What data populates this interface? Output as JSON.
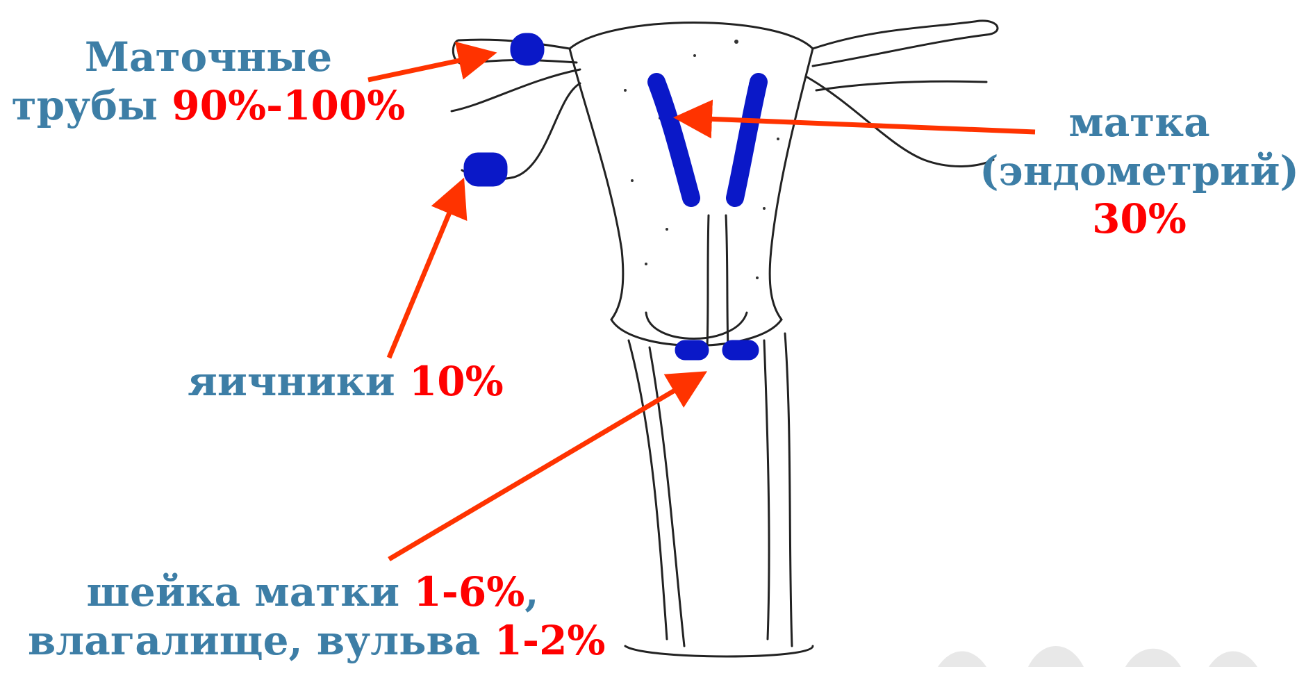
{
  "colors": {
    "label": "#3d7ea6",
    "percent": "#ff0000",
    "arrow": "#ff3300",
    "marker": "#0a18c8",
    "outline": "#222222"
  },
  "labels": {
    "tubes": {
      "line1": "Маточные",
      "line2": "трубы",
      "pct": "90%-100%"
    },
    "uterus": {
      "line1": "матка",
      "line2": "(эндометрий)",
      "pct": "30%"
    },
    "ovaries": {
      "text": "яичники",
      "pct": "10%"
    },
    "cervix": {
      "line1_text": "шейка матки",
      "line1_pct": "1-6%",
      "line1_tail": ",",
      "line2_text": "влагалище, вульва",
      "line2_pct": "1-2%"
    }
  }
}
